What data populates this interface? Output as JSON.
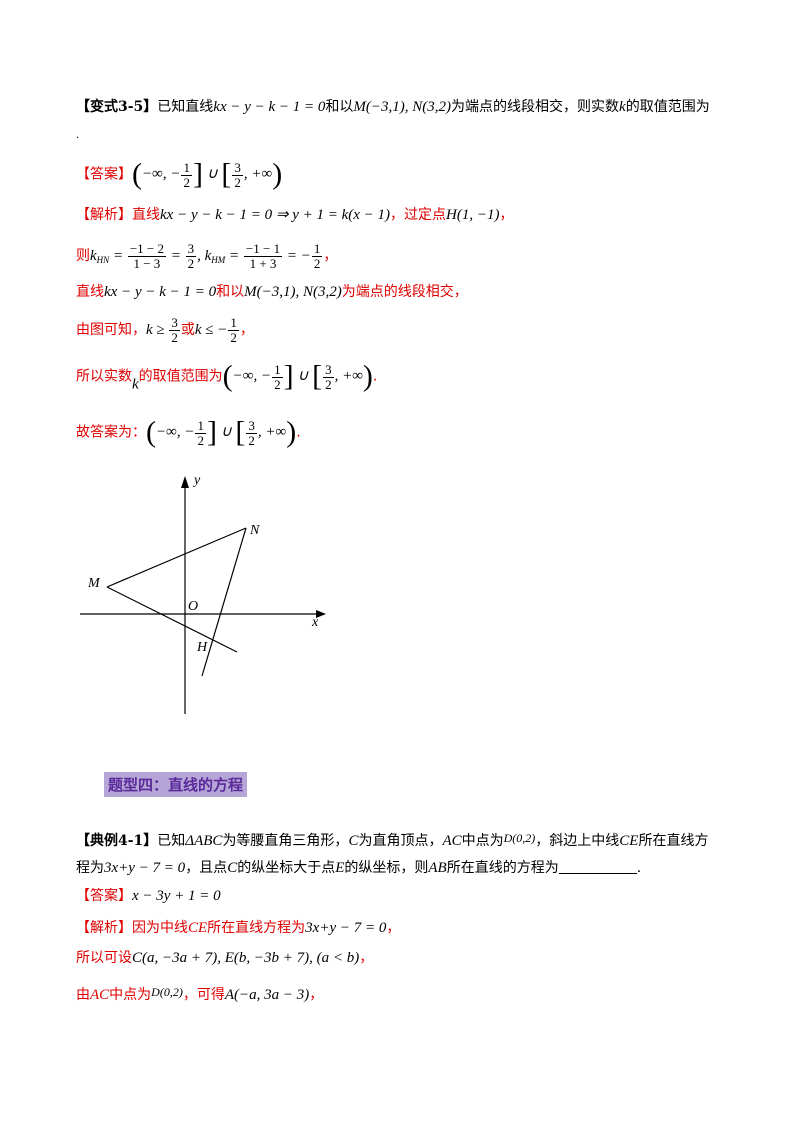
{
  "problem_3_5": {
    "tag": "【变式3-5】",
    "text_prefix": "已知直线",
    "line_eq": "kx − y − k − 1 = 0",
    "text_mid": "和以",
    "points": "M(−3,1), N(3,2)",
    "text_suffix": "为端点的线段相交，则实数",
    "k": "k",
    "text_end": "的取值范围为",
    "trailing_dot": "."
  },
  "answer_3_5": {
    "tag": "【答案】",
    "value": "(−∞, −1/2] ∪ [3/2, +∞)"
  },
  "analysis_3_5": {
    "tag": "【解析】",
    "l1_a": "直线",
    "l1_eq": "kx − y − k − 1 = 0 ⇒ y + 1 = k(x − 1)",
    "l1_b": "，过定点",
    "l1_point": "H(1, −1)",
    "l1_c": "，",
    "l2_a": "则",
    "l2_khn": "k",
    "l2_khn_sub": "HN",
    "l2_khn_num": "−1 − 2",
    "l2_khn_den": "1 − 3",
    "l2_khn_val_num": "3",
    "l2_khn_val_den": "2",
    "l2_khm": "k",
    "l2_khm_sub": "HM",
    "l2_khm_num": "−1 − 1",
    "l2_khm_den": "1 + 3",
    "l2_khm_val_num": "1",
    "l2_khm_val_den": "2",
    "l2_end": "，",
    "l3_a": "直线",
    "l3_eq": "kx − y − k − 1 = 0",
    "l3_b": "和以",
    "l3_pts": "M(−3,1), N(3,2)",
    "l3_c": "为端点的线段相交，",
    "l4_a": "由图可知，",
    "l4_or": "或",
    "l4_end": "，",
    "l5_a": "所以实数",
    "l5_k": "k",
    "l5_b": "的取值范围为",
    "l5_end": ".",
    "l6_a": "故答案为：",
    "l6_end": "."
  },
  "figure": {
    "labels": {
      "x": "x",
      "y": "y",
      "O": "O",
      "M": "M",
      "N": "N",
      "H": "H"
    }
  },
  "section_title": "题型四：直线的方程",
  "example_4_1": {
    "tag": "【典例4-1】",
    "l1_a": "已知",
    "l1_tri": "ΔABC",
    "l1_b": "为等腰直角三角形，",
    "l1_c_letter": "C",
    "l1_c": "为直角顶点，",
    "l1_ac": "AC",
    "l1_d": "中点为",
    "l1_dpt": "D(0,2)",
    "l1_e": "，斜边上中线",
    "l1_ce": "CE",
    "l1_f": "所在直线方",
    "l2_a": "程为",
    "l2_eq": "3x+y − 7 = 0",
    "l2_b": "，且点",
    "l2_c_letter": "C",
    "l2_c": "的纵坐标大于点",
    "l2_e_letter": "E",
    "l2_d": "的纵坐标，则",
    "l2_ab": "AB",
    "l2_e": "所在直线的方程为",
    "l2_end": "."
  },
  "answer_4_1": {
    "tag": "【答案】",
    "value": "x − 3y + 1 = 0"
  },
  "analysis_4_1": {
    "tag": "【解析】",
    "l1_a": "因为中线",
    "l1_ce": "CE",
    "l1_b": "所在直线方程为",
    "l1_eq": "3x+y − 7 = 0",
    "l1_end": "，",
    "l2_a": "所以可设",
    "l2_eq": "C(a, −3a + 7), E(b, −3b + 7), (a < b)",
    "l2_end": "，",
    "l3_a": "由",
    "l3_ac": "AC",
    "l3_b": "中点为",
    "l3_dpt": "D(0,2)",
    "l3_c": "，可得",
    "l3_apt": "A(−a, 3a − 3)",
    "l3_end": "，"
  }
}
